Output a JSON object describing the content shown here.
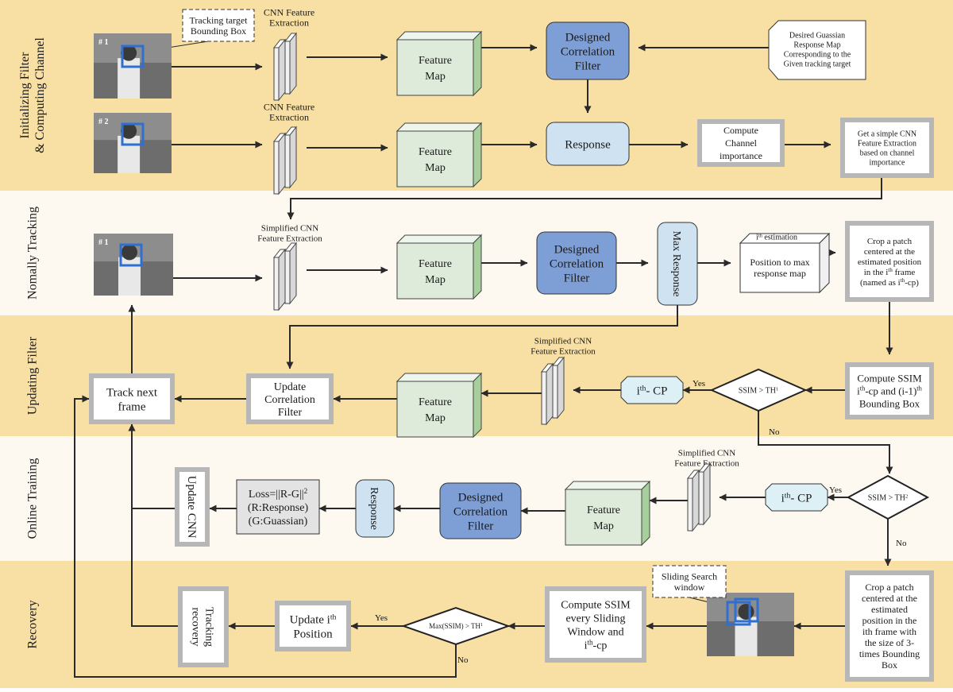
{
  "colors": {
    "band_yellow": "#f8dfa3",
    "band_cream": "#fdf9f1",
    "feature_map": "#deebdb",
    "feature_map_side": "#a7cf9c",
    "filter_blue": "#7e9ed6",
    "response_blue": "#cfe2f1",
    "gray_frame": "#b7b7b7",
    "cp_box": "#ddf0f6",
    "loss_box": "#e3e3e3",
    "person_photo": "#8d8d8d",
    "bbox_blue": "#2f6fd1"
  },
  "sections": {
    "initializing": "Initializing Filter & Computing Channel",
    "normal": "Nomally Tracking",
    "updating": "Updating Filter",
    "online": "Online Training",
    "recovery": "Recovery"
  },
  "frames": {
    "frame1": "# 1",
    "frame2": "# 2",
    "frame3": "# 1"
  },
  "labels": {
    "tracking_target": "Tracking target Bounding Box",
    "cnn_feature_extraction": "CNN Feature Extraction",
    "simplified_cnn": "Simplified CNN Feature Extraction",
    "feature_map": "Feature Map",
    "designed_filter": "Designed Correlation Filter",
    "desired_gaussian": "Desired Guassian Response Map Corresponding to the Given tracking target",
    "response": "Response",
    "compute_channel": "Compute Channel importance",
    "simple_cnn": "Get a simple CNN Feature Extraction based on channel importance",
    "max_response": "Max Response",
    "ith_estimation": "i th estimation",
    "position_to_max": "Position to max response map",
    "crop_patch_1": "Crop a patch centered at the estimated position in the i th frame (named as i th -cp)",
    "compute_ssim_1": "Compute SSIM i th -cp and (i-1) th Bounding Box",
    "ssim_th1": "SSIM > TH1",
    "ssim_th2": "SSIM > TH2",
    "max_ssim_th1": "Max(SSIM) > TH1",
    "ith_cp": "i th - CP",
    "update_filter": "Update Correlation Filter",
    "track_next": "Track next frame",
    "update_cnn": "Update CNN",
    "loss": "Loss=||R-G||2 (R:Response) (G:Guassian)",
    "sliding_window": "Sliding Search window",
    "crop_patch_2": "Crop a patch centered at the estimated position in the ith frame with the size of 3-times Bounding Box",
    "compute_ssim_2": "Compute SSIM every Sliding Window and i th -cp",
    "update_position": "Update i th Position",
    "tracking_recovery": "Tracking recovery",
    "yes": "Yes",
    "no": "No"
  }
}
